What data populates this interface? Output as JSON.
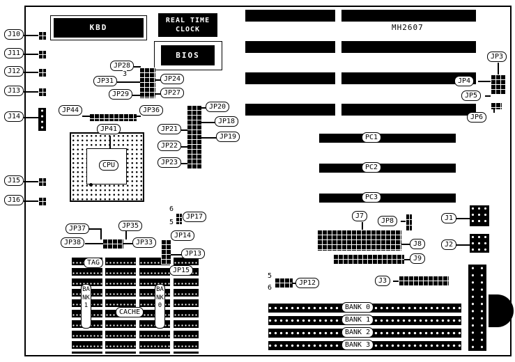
{
  "board": {
    "model": "MH2607"
  },
  "chips": {
    "kbd": "KBD",
    "rtc": "REAL TIME CLOCK",
    "bios": "BIOS",
    "cpu": "CPU",
    "tag": "TAG",
    "cache": "CACHE",
    "bank1_vertical": "BANK1",
    "bank0_vertical": "BANK0"
  },
  "edge_connectors": {
    "j10": "J10",
    "j11": "J11",
    "j12": "J12",
    "j13": "J13",
    "j14": "J14",
    "j15": "J15",
    "j16": "J16"
  },
  "connectors": {
    "j1": "J1",
    "j2": "J2",
    "j3": "J3",
    "j7": "J7",
    "j8": "J8",
    "j9": "J9"
  },
  "jumpers": {
    "jp3": "JP3",
    "jp4": "JP4",
    "jp5": "JP5",
    "jp6": "JP6",
    "jp8": "JP8",
    "jp12": "JP12",
    "jp13": "JP13",
    "jp14": "JP14",
    "jp15": "JP15",
    "jp17": "JP17",
    "jp18": "JP18",
    "jp19": "JP19",
    "jp20": "JP20",
    "jp21": "JP21",
    "jp22": "JP22",
    "jp23": "JP23",
    "jp24": "JP24",
    "jp27": "JP27",
    "jp28": "JP28",
    "jp29": "JP29",
    "jp31": "JP31",
    "jp33": "JP33",
    "jp35": "JP35",
    "jp36": "JP36",
    "jp37": "JP37",
    "jp38": "JP38",
    "jp41": "JP41",
    "jp44": "JP44"
  },
  "slots": {
    "pc1": "PC1",
    "pc2": "PC2",
    "pc3": "PC3"
  },
  "simm_banks": {
    "bank0": "BANK 0",
    "bank1": "BANK 1",
    "bank2": "BANK 2",
    "bank3": "BANK 3"
  },
  "pin_numbers": {
    "jp31_pin3": "3",
    "jp17_pin6": "6",
    "jp17_pin5": "5",
    "jp12_pin5": "5",
    "jp12_pin6": "6"
  }
}
